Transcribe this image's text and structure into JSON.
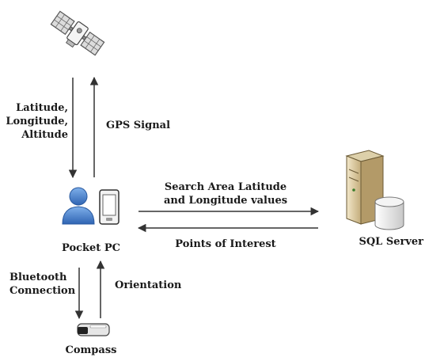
{
  "nodes": {
    "satellite": {
      "icon": "satellite-icon"
    },
    "pocket_pc": {
      "label": "Pocket PC",
      "icons": [
        "user-icon",
        "pda-icon"
      ]
    },
    "sql_server": {
      "label": "SQL Server",
      "icons": [
        "server-icon",
        "database-icon"
      ]
    },
    "compass": {
      "label": "Compass",
      "icon": "compass-device-icon"
    }
  },
  "edges": {
    "lat_long_alt": {
      "lines": [
        "Latitude,",
        "Longitude,",
        "Altitude"
      ]
    },
    "gps_signal": {
      "label": "GPS Signal"
    },
    "search_area": {
      "lines": [
        "Search Area Latitude",
        "and Longitude values"
      ]
    },
    "points_of_interest": {
      "label": "Points of Interest"
    },
    "bluetooth": {
      "lines": [
        "Bluetooth",
        "Connection"
      ]
    },
    "orientation": {
      "label": "Orientation"
    }
  },
  "colors": {
    "arrow": "#333333",
    "user_blue": "#3a73c4",
    "server_body": "#c9b58a",
    "server_front": "#eee2c2",
    "database": "#e8e8e8"
  }
}
